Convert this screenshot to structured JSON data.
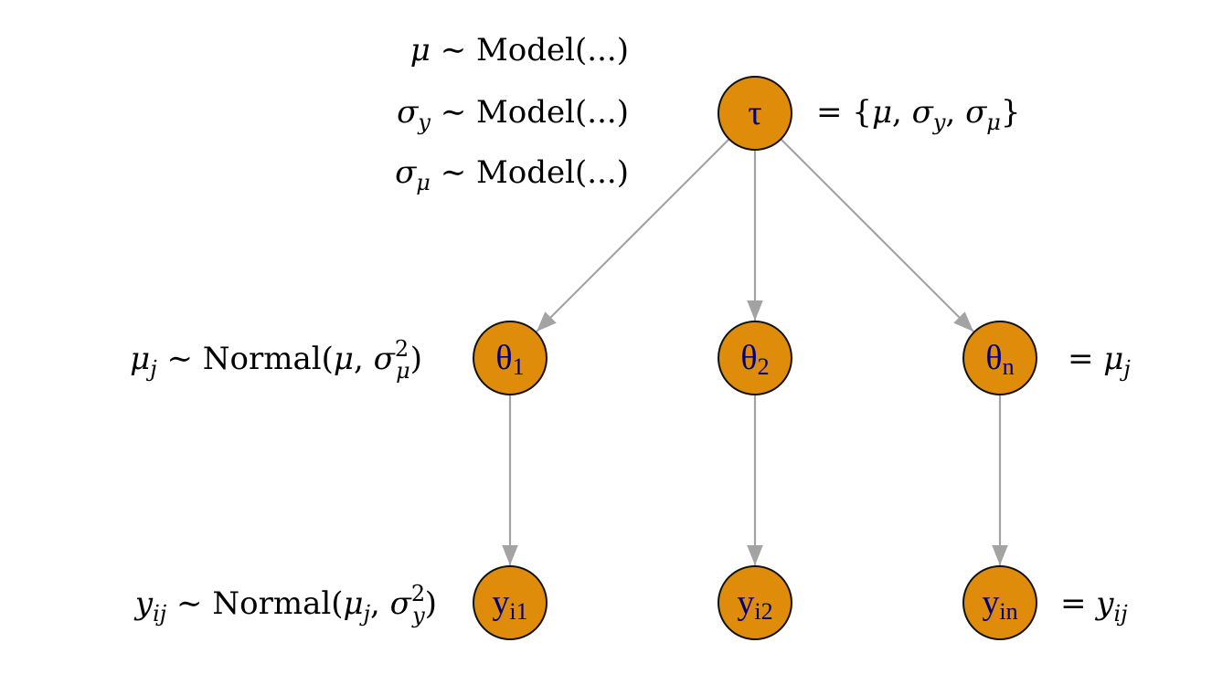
{
  "colors": {
    "node_fill": "#DE8C09",
    "node_stroke": "#111111",
    "node_text": "#00007F",
    "edge": "#A3A3A3"
  },
  "nodes": [
    {
      "id": "tau",
      "main": "τ",
      "sub": ""
    },
    {
      "id": "theta1",
      "main": "θ",
      "sub": "1"
    },
    {
      "id": "theta2",
      "main": "θ",
      "sub": "2"
    },
    {
      "id": "thetan",
      "main": "θ",
      "sub": "n"
    },
    {
      "id": "yi1",
      "main": "y",
      "sub": "i1"
    },
    {
      "id": "yi2",
      "main": "y",
      "sub": "i2"
    },
    {
      "id": "yin",
      "main": "y",
      "sub": "in"
    }
  ],
  "edges": [
    [
      "tau",
      "theta1"
    ],
    [
      "tau",
      "theta2"
    ],
    [
      "tau",
      "thetan"
    ],
    [
      "theta1",
      "yi1"
    ],
    [
      "theta2",
      "yi2"
    ],
    [
      "thetan",
      "yin"
    ]
  ],
  "annotations": [
    {
      "id": "prior-mu",
      "segments": [
        {
          "t": "μ",
          "s": "it"
        },
        {
          "t": " ∼ Model(...)",
          "s": "rm"
        }
      ]
    },
    {
      "id": "prior-sigma-y",
      "segments": [
        {
          "t": "σ",
          "s": "it"
        },
        {
          "t": "y",
          "s": "sub"
        },
        {
          "t": " ∼ Model(...)",
          "s": "rm"
        }
      ]
    },
    {
      "id": "prior-sigma-mu",
      "segments": [
        {
          "t": "σ",
          "s": "it"
        },
        {
          "t": "μ",
          "s": "sub"
        },
        {
          "t": " ∼ Model(...)",
          "s": "rm"
        }
      ]
    },
    {
      "id": "tau-def",
      "segments": [
        {
          "t": "= {",
          "s": "rm"
        },
        {
          "t": "μ",
          "s": "it"
        },
        {
          "t": ", ",
          "s": "rm"
        },
        {
          "t": "σ",
          "s": "it"
        },
        {
          "t": "y",
          "s": "sub"
        },
        {
          "t": ", ",
          "s": "rm"
        },
        {
          "t": "σ",
          "s": "it"
        },
        {
          "t": "μ",
          "s": "sub"
        },
        {
          "t": "}",
          "s": "rm"
        }
      ]
    },
    {
      "id": "theta-dist",
      "segments": [
        {
          "t": "μ",
          "s": "it"
        },
        {
          "t": "j",
          "s": "sub"
        },
        {
          "t": " ∼ Normal(",
          "s": "rm"
        },
        {
          "t": "μ",
          "s": "it"
        },
        {
          "t": ",  ",
          "s": "rm"
        },
        {
          "t": "σ",
          "s": "it"
        },
        {
          "t": "2",
          "s": "supsub",
          "sub": "μ"
        },
        {
          "t": ")",
          "s": "rm"
        }
      ]
    },
    {
      "id": "theta-def",
      "segments": [
        {
          "t": "= ",
          "s": "rm"
        },
        {
          "t": "μ",
          "s": "it"
        },
        {
          "t": "j",
          "s": "sub"
        }
      ]
    },
    {
      "id": "y-dist",
      "segments": [
        {
          "t": "y",
          "s": "it"
        },
        {
          "t": "ij",
          "s": "sub"
        },
        {
          "t": " ∼ Normal(",
          "s": "rm"
        },
        {
          "t": "μ",
          "s": "it"
        },
        {
          "t": "j",
          "s": "sub"
        },
        {
          "t": ",  ",
          "s": "rm"
        },
        {
          "t": "σ",
          "s": "it"
        },
        {
          "t": "2",
          "s": "supsub",
          "sub": "y"
        },
        {
          "t": ")",
          "s": "rm"
        }
      ]
    },
    {
      "id": "y-def",
      "segments": [
        {
          "t": "= ",
          "s": "rm"
        },
        {
          "t": "y",
          "s": "it"
        },
        {
          "t": "ij",
          "s": "sub"
        }
      ]
    }
  ]
}
